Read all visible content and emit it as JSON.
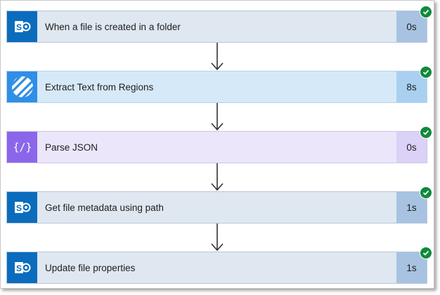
{
  "steps": [
    {
      "label": "When a file is created in a folder",
      "duration": "0s",
      "icon": "sharepoint-icon",
      "status": "succeeded"
    },
    {
      "label": "Extract Text from Regions",
      "duration": "8s",
      "icon": "stripes-icon",
      "status": "succeeded"
    },
    {
      "label": "Parse JSON",
      "duration": "0s",
      "icon": "json-braces-icon",
      "status": "succeeded"
    },
    {
      "label": "Get file metadata using path",
      "duration": "1s",
      "icon": "sharepoint-icon",
      "status": "succeeded"
    },
    {
      "label": "Update file properties",
      "duration": "1s",
      "icon": "sharepoint-icon",
      "status": "succeeded"
    }
  ],
  "colors": {
    "sharepoint": "#0b6cbd",
    "extract": "#2f8ee6",
    "parse_json": "#8a67ea",
    "success": "#0f8a3c"
  }
}
